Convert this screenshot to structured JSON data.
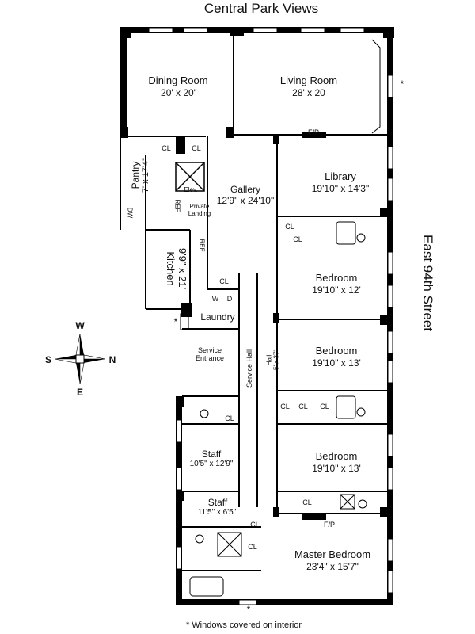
{
  "title": "Central Park Views",
  "street": "East 94th Street",
  "footnote": "* Windows covered on interior",
  "asterisk": "*",
  "compass": {
    "w": "W",
    "s": "S",
    "n": "N",
    "e": "E"
  },
  "rooms": {
    "dining": {
      "name": "Dining Room",
      "dim": "20' x 20'"
    },
    "living": {
      "name": "Living Room",
      "dim": "28' x 20"
    },
    "library": {
      "name": "Library",
      "dim": "19'10\" x 14'3\""
    },
    "gallery": {
      "name": "Gallery",
      "dim": "12'9\" x 24'10\""
    },
    "pantry": {
      "name": "Pantry",
      "dim": "7' x 17'4\""
    },
    "kitchen": {
      "name": "Kitchen",
      "dim": "9'9\" x 21'"
    },
    "bedroom1": {
      "name": "Bedroom",
      "dim": "19'10\" x 12'"
    },
    "bedroom2": {
      "name": "Bedroom",
      "dim": "19'10\" x 13'"
    },
    "bedroom3": {
      "name": "Bedroom",
      "dim": "19'10\" x 13'"
    },
    "master": {
      "name": "Master Bedroom",
      "dim": "23'4\" x 15'7\""
    },
    "staff1": {
      "name": "Staff",
      "dim": "10'5\" x 12'9\""
    },
    "staff2": {
      "name": "Staff",
      "dim": "11'5\" x 6'5\""
    },
    "laundry": {
      "name": "Laundry"
    },
    "service_entrance": {
      "name": "Service",
      "name2": "Entrance"
    },
    "service_hall": {
      "name": "Service Hall"
    },
    "hall": {
      "name": "Hall",
      "dim": "5' x 37'"
    },
    "private_landing": {
      "name": "Private",
      "name2": "Landing"
    }
  },
  "fixtures": {
    "cl": "CL",
    "fp": "F/P",
    "elev": "Elev.",
    "ref": "REF",
    "dw": "DW",
    "w": "W",
    "d": "D"
  }
}
